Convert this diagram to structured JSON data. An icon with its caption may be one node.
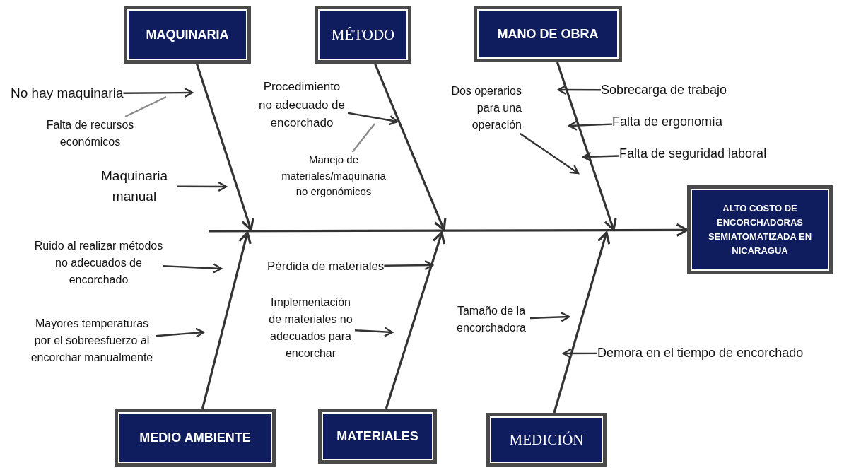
{
  "diagram": {
    "nodes": [
      {
        "text": [
          "MAQUINARIA"
        ]
      },
      {
        "text": [
          "MÉTODO"
        ]
      },
      {
        "text": [
          "MANO DE OBRA"
        ]
      },
      {
        "text": [
          "No hay maquinaria"
        ]
      },
      {
        "text": [
          "Falta de recursos económicos"
        ]
      },
      {
        "text": [
          "Maquinaria manual"
        ]
      },
      {
        "text": [
          "Procedimiento no adecuado de encorchado"
        ]
      },
      {
        "text": [
          "Manejo de materiales/maquinaria no ergonómicos"
        ]
      },
      {
        "text": [
          "Dos operarios para una operación"
        ]
      },
      {
        "text": [
          "Sobrecarga de trabajo"
        ]
      },
      {
        "text": [
          "Falta de ergonomía"
        ]
      },
      {
        "text": [
          "Falta de seguridad laboral"
        ]
      },
      {
        "text": [
          "ALTO COSTO DE ENCORCHADORAS SEMIATOMATIZADA EN NICARAGUA"
        ]
      },
      {
        "text": [
          "Ruido al realizar métodos no adecuados de encorchado"
        ]
      },
      {
        "text": [
          "Mayores temperaturas por el sobreesfuerzo al encorchar manualmente"
        ]
      },
      {
        "text": [
          "Pérdida de materiales"
        ]
      },
      {
        "text": [
          "Implementación de materiales no adecuados para encorchar"
        ]
      },
      {
        "text": [
          "Tamaño de la encorchadora"
        ]
      },
      {
        "text": [
          "Demora en el tiempo de encorchado"
        ]
      },
      {
        "text": [
          "MEDIO AMBIENTE"
        ]
      },
      {
        "text": [
          "MATERIALES"
        ]
      },
      {
        "text": [
          "MEDICIÓN"
        ]
      }
    ],
    "edges": [
      {
        "from": null,
        "to": 12,
        "arrow": "to"
      },
      {
        "from": 0,
        "to": null,
        "arrow": "to"
      },
      {
        "from": 1,
        "to": null,
        "arrow": "to"
      },
      {
        "from": 2,
        "to": null,
        "arrow": "to"
      },
      {
        "from": 19,
        "to": null,
        "arrow": "to"
      },
      {
        "from": 20,
        "to": null,
        "arrow": "to"
      },
      {
        "from": 21,
        "to": null,
        "arrow": "to"
      },
      {
        "from": 3,
        "to": null,
        "arrow": "to"
      },
      {
        "from": 4,
        "to": null,
        "arrow": "none",
        "color": "#8a8a8a"
      },
      {
        "from": 5,
        "to": null,
        "arrow": "to"
      },
      {
        "from": 6,
        "to": null,
        "arrow": "to"
      },
      {
        "from": 7,
        "to": null,
        "arrow": "none",
        "color": "#8a8a8a"
      },
      {
        "from": 8,
        "to": null,
        "arrow": "to"
      },
      {
        "from": 9,
        "to": null,
        "arrow": "to"
      },
      {
        "from": 10,
        "to": null,
        "arrow": "to"
      },
      {
        "from": 11,
        "to": null,
        "arrow": "to"
      },
      {
        "from": 13,
        "to": null,
        "arrow": "to"
      },
      {
        "from": 14,
        "to": null,
        "arrow": "to"
      },
      {
        "from": 15,
        "to": null,
        "arrow": "to"
      },
      {
        "from": 16,
        "to": null,
        "arrow": "to"
      },
      {
        "from": 17,
        "to": null,
        "arrow": "to"
      },
      {
        "from": 18,
        "to": null,
        "arrow": "to"
      }
    ]
  }
}
